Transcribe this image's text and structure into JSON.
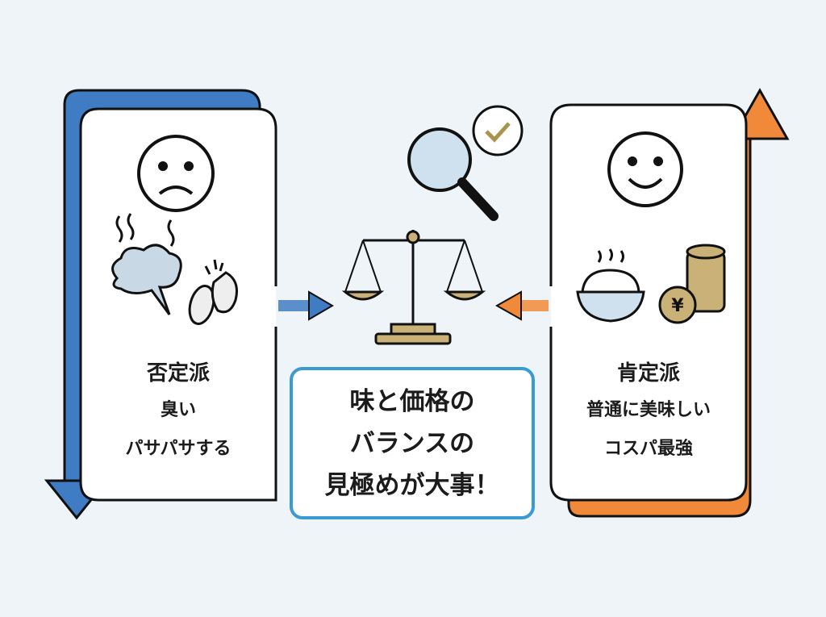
{
  "negative": {
    "title": "否定派",
    "points": [
      "臭い",
      "パサパサする"
    ],
    "icon": "sad-face-icon"
  },
  "positive": {
    "title": "肯定派",
    "points": [
      "普通に美味しい",
      "コスパ最強"
    ],
    "icon": "smile-face-icon"
  },
  "conclusion": {
    "lines": [
      "味と価格の",
      "バランスの",
      "見極めが大事！"
    ]
  },
  "coin_symbol": "¥",
  "colors": {
    "negative": "#3f7cc4",
    "positive": "#f08a3a",
    "conclusion_border": "#3a9ad4",
    "background": "#eef4f7"
  }
}
